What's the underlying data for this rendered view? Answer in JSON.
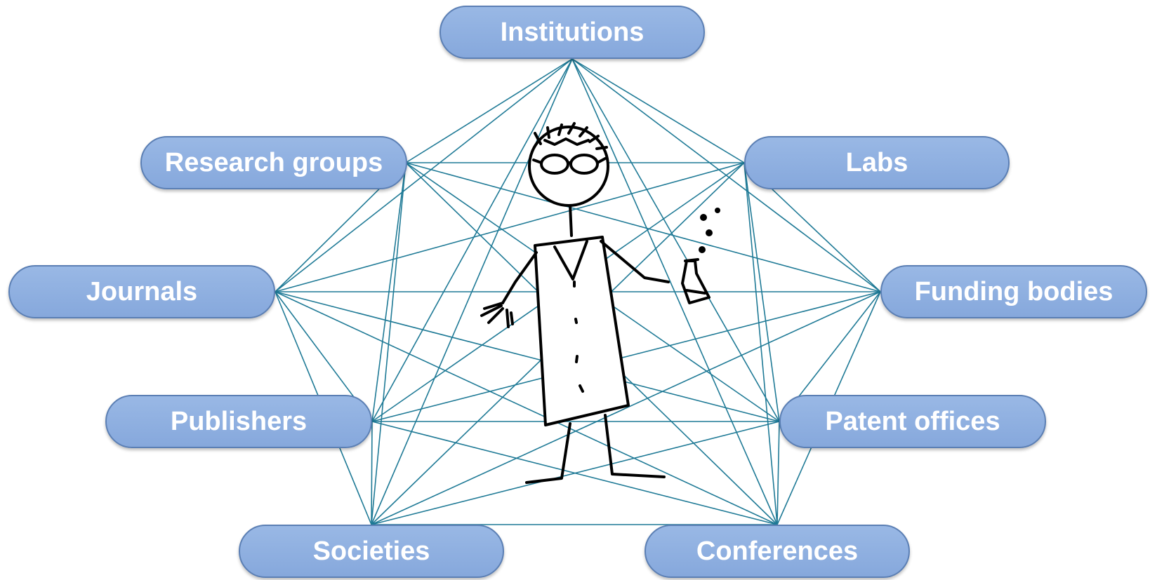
{
  "nodes": {
    "institutions": "Institutions",
    "research_groups": "Research groups",
    "labs": "Labs",
    "journals": "Journals",
    "funding_bodies": "Funding bodies",
    "publishers": "Publishers",
    "patent_offices": "Patent offices",
    "societies": "Societies",
    "conferences": "Conferences"
  },
  "colors": {
    "node_fill": "#8fb2e3",
    "node_border": "#5b7fb4",
    "node_text": "#ffffff",
    "edge": "#1f7a96",
    "figure": "#000000"
  },
  "icons": {
    "center": "scientist-figure-icon"
  }
}
